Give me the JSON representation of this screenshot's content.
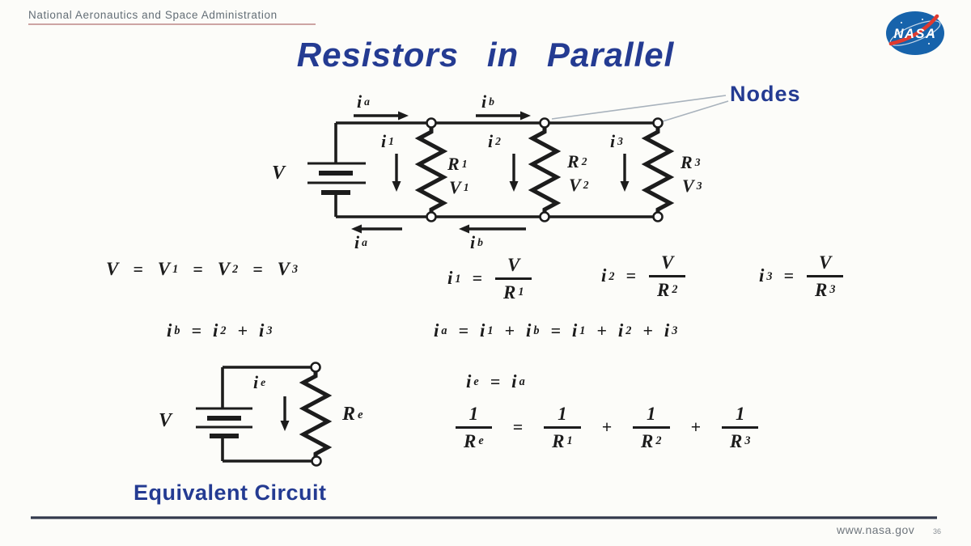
{
  "header": {
    "agency": "National Aeronautics and Space Administration"
  },
  "logo": {
    "text": "NASA"
  },
  "title": "Resistors in Parallel",
  "footer": {
    "url": "www.nasa.gov",
    "page": "36"
  },
  "colors": {
    "navy_text": "#243b92",
    "ink": "#1c1c1c",
    "header_gray": "#636e76",
    "footer_rule": "#333a4d",
    "header_red_rule": "#9c4a4a",
    "logo_blue": "#1763ab",
    "logo_red": "#e03a2f",
    "pointer_gray": "#a8b2bc"
  },
  "diagram": {
    "nodes_label": "Nodes",
    "source_label": "V",
    "equiv_source_label": "V",
    "equiv_caption": "Equivalent Circuit",
    "labels": {
      "ia_top": [
        {
          "k": "v",
          "b": "i",
          "s": "a"
        }
      ],
      "ib_top": [
        {
          "k": "v",
          "b": "i",
          "s": "b"
        }
      ],
      "ia_bottom": [
        {
          "k": "v",
          "b": "i",
          "s": "a"
        }
      ],
      "ib_bottom": [
        {
          "k": "v",
          "b": "i",
          "s": "b"
        }
      ],
      "i1": [
        {
          "k": "v",
          "b": "i",
          "s": "1"
        }
      ],
      "i2": [
        {
          "k": "v",
          "b": "i",
          "s": "2"
        }
      ],
      "i3": [
        {
          "k": "v",
          "b": "i",
          "s": "3"
        }
      ],
      "r1": [
        {
          "k": "v",
          "b": "R",
          "s": "1"
        }
      ],
      "v1": [
        {
          "k": "v",
          "b": "V",
          "s": "1"
        }
      ],
      "r2": [
        {
          "k": "v",
          "b": "R",
          "s": "2"
        }
      ],
      "v2": [
        {
          "k": "v",
          "b": "V",
          "s": "2"
        }
      ],
      "r3": [
        {
          "k": "v",
          "b": "R",
          "s": "3"
        }
      ],
      "v3": [
        {
          "k": "v",
          "b": "V",
          "s": "3"
        }
      ],
      "ie": [
        {
          "k": "v",
          "b": "i",
          "s": "e"
        }
      ],
      "re": [
        {
          "k": "v",
          "b": "R",
          "s": "e"
        }
      ]
    }
  },
  "equations": {
    "voltage": [
      {
        "k": "v",
        "b": "V"
      },
      {
        "k": "o",
        "v": "="
      },
      {
        "k": "v",
        "b": "V",
        "s": "1"
      },
      {
        "k": "o",
        "v": "="
      },
      {
        "k": "v",
        "b": "V",
        "s": "2"
      },
      {
        "k": "o",
        "v": "="
      },
      {
        "k": "v",
        "b": "V",
        "s": "3"
      }
    ],
    "i1": [
      {
        "k": "v",
        "b": "i",
        "s": "1"
      },
      {
        "k": "o",
        "v": "="
      },
      {
        "k": "f",
        "nb": "V",
        "db": "R",
        "ds": "1"
      }
    ],
    "i2": [
      {
        "k": "v",
        "b": "i",
        "s": "2"
      },
      {
        "k": "o",
        "v": "="
      },
      {
        "k": "f",
        "nb": "V",
        "db": "R",
        "ds": "2"
      }
    ],
    "i3": [
      {
        "k": "v",
        "b": "i",
        "s": "3"
      },
      {
        "k": "o",
        "v": "="
      },
      {
        "k": "f",
        "nb": "V",
        "db": "R",
        "ds": "3"
      }
    ],
    "ib": [
      {
        "k": "v",
        "b": "i",
        "s": "b"
      },
      {
        "k": "o",
        "v": "="
      },
      {
        "k": "v",
        "b": "i",
        "s": "2"
      },
      {
        "k": "o",
        "v": "+"
      },
      {
        "k": "v",
        "b": "i",
        "s": "3"
      }
    ],
    "ia": [
      {
        "k": "v",
        "b": "i",
        "s": "a"
      },
      {
        "k": "o",
        "v": "="
      },
      {
        "k": "v",
        "b": "i",
        "s": "1"
      },
      {
        "k": "o",
        "v": "+"
      },
      {
        "k": "v",
        "b": "i",
        "s": "b"
      },
      {
        "k": "o",
        "v": "="
      },
      {
        "k": "v",
        "b": "i",
        "s": "1"
      },
      {
        "k": "o",
        "v": "+"
      },
      {
        "k": "v",
        "b": "i",
        "s": "2"
      },
      {
        "k": "o",
        "v": "+"
      },
      {
        "k": "v",
        "b": "i",
        "s": "3"
      }
    ],
    "ie": [
      {
        "k": "v",
        "b": "i",
        "s": "e"
      },
      {
        "k": "o",
        "v": "="
      },
      {
        "k": "v",
        "b": "i",
        "s": "a"
      }
    ],
    "reciprocal": [
      {
        "k": "f",
        "nb": "1",
        "db": "R",
        "ds": "e"
      },
      {
        "k": "o",
        "v": "="
      },
      {
        "k": "f",
        "nb": "1",
        "db": "R",
        "ds": "1"
      },
      {
        "k": "o",
        "v": "+"
      },
      {
        "k": "f",
        "nb": "1",
        "db": "R",
        "ds": "2"
      },
      {
        "k": "o",
        "v": "+"
      },
      {
        "k": "f",
        "nb": "1",
        "db": "R",
        "ds": "3"
      }
    ]
  }
}
